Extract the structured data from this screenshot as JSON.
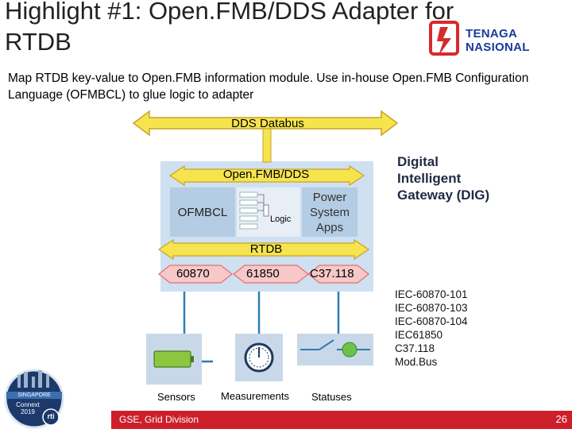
{
  "slide": {
    "title": "Highlight #1: Open.FMB/DDS Adapter for RTDB",
    "subtitle": "Map RTDB key-value to Open.FMB information module. Use in-house Open.FMB Configuration Language (OFMBCL) to glue logic to adapter",
    "footer": "GSE, Grid Division",
    "page_number": "26"
  },
  "logo": {
    "line1": "TENAGA",
    "line2": "NASIONAL"
  },
  "badge": {
    "line1": "SINGAPORE",
    "line2": "Connext",
    "line3": "2019",
    "line4": "rti"
  },
  "diagram": {
    "databus_label": "DDS Databus",
    "dig_label": "Digital Intelligent Gateway (DIG)",
    "ofmb_dds_label": "Open.FMB/DDS",
    "ofmbcl_label": "OFMBCL",
    "logic_label": "Logic",
    "psa_label": "Power System Apps",
    "rtdb_label": "RTDB",
    "protocols": [
      "60870",
      "61850",
      "C37.118"
    ],
    "iec_list": [
      "IEC-60870-101",
      "IEC-60870-103",
      "IEC-60870-104",
      "IEC61850",
      "C37.118",
      "Mod.Bus"
    ],
    "devices": [
      "Sensors",
      "Measurements",
      "Statuses"
    ]
  },
  "colors": {
    "bus_fill": "#f5e44e",
    "bus_stroke": "#c9a227",
    "arrow_fill": "#f7c8c8",
    "arrow_stroke": "#e07070",
    "device_line": "#2e7db5",
    "footer_red": "#cc1f2a"
  }
}
